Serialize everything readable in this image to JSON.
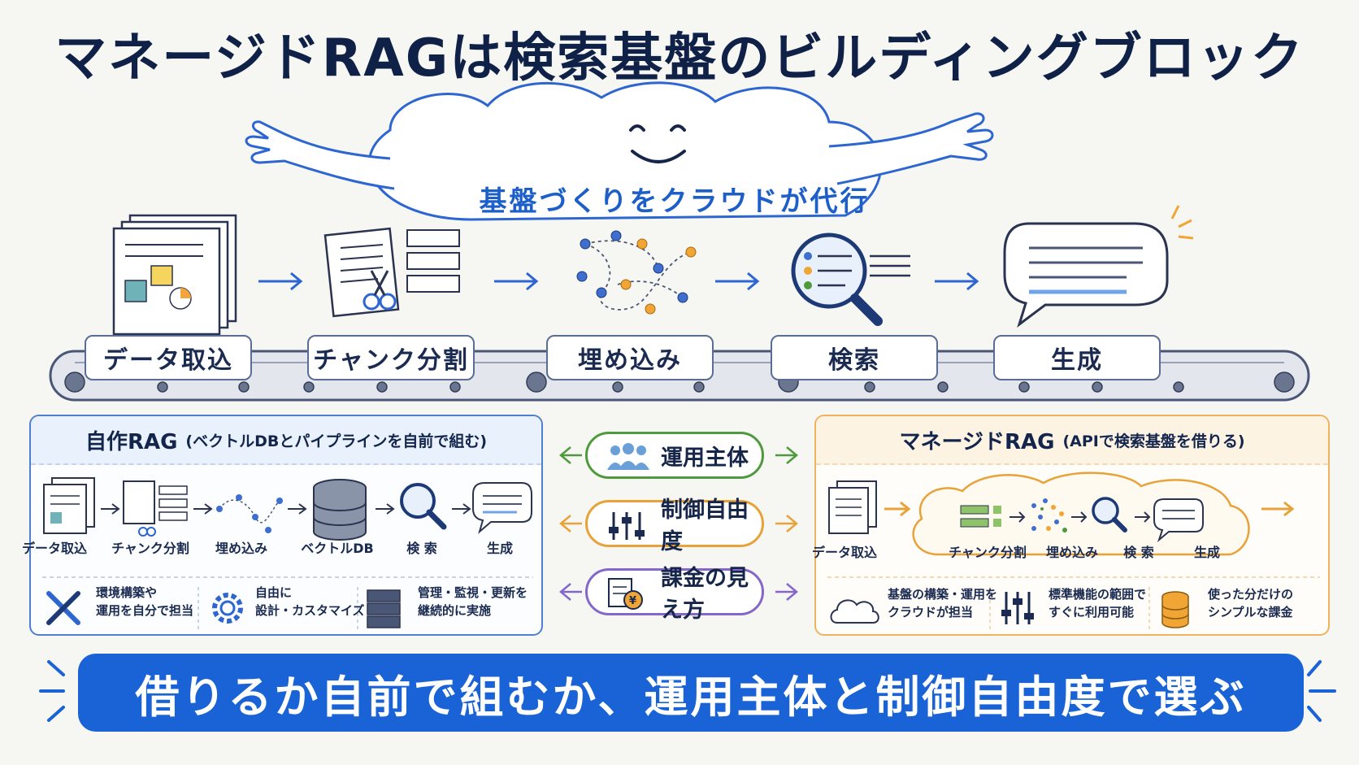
{
  "title": "マネージドRAGは検索基盤のビルディングブロック",
  "cloud_caption": "基盤づくりをクラウドが代行",
  "pipeline": {
    "stages": [
      "データ取込",
      "チャンク分割",
      "埋め込み",
      "検索",
      "生成"
    ]
  },
  "left_panel": {
    "heading": "自作RAG",
    "subheading": "(ベクトルDBとパイプラインを自前で組む)",
    "steps": [
      "データ取込",
      "チャンク分割",
      "埋め込み",
      "ベクトルDB",
      "検 索",
      "生成"
    ],
    "notes": [
      {
        "icon": "wrench-screwdriver-icon",
        "text": [
          "環境構築や",
          "運用を自分で担当"
        ]
      },
      {
        "icon": "gear-icon",
        "text": [
          "自由に",
          "設計・カスタマイズ"
        ]
      },
      {
        "icon": "server-icon",
        "text": [
          "管理・監視・更新を",
          "継続的に実施"
        ]
      }
    ]
  },
  "center_pills": [
    {
      "label": "運用主体",
      "icon": "people-icon",
      "color": "#4e9a3c"
    },
    {
      "label": "制御自由度",
      "icon": "sliders-icon",
      "color": "#e8a23a"
    },
    {
      "label": "課金の見え方",
      "icon": "billing-icon",
      "color": "#8467c9"
    }
  ],
  "right_panel": {
    "heading": "マネージドRAG",
    "subheading": "(APIで検索基盤を借りる)",
    "steps": [
      "データ取込",
      "チャンク分割",
      "埋め込み",
      "検 索",
      "生成"
    ],
    "notes": [
      {
        "icon": "cloud-icon",
        "text": [
          "基盤の構築・運用を",
          "クラウドが担当"
        ]
      },
      {
        "icon": "sliders-icon",
        "text": [
          "標準機能の範囲で",
          "すぐに利用可能"
        ]
      },
      {
        "icon": "coins-icon",
        "text": [
          "使った分だけの",
          "シンプルな課金"
        ]
      }
    ]
  },
  "banner": "借りるか自前で組むか、運用主体と制御自由度で選ぶ",
  "colors": {
    "accent": "#1a63d6",
    "orange": "#f0b25c",
    "navy": "#0f2147"
  }
}
